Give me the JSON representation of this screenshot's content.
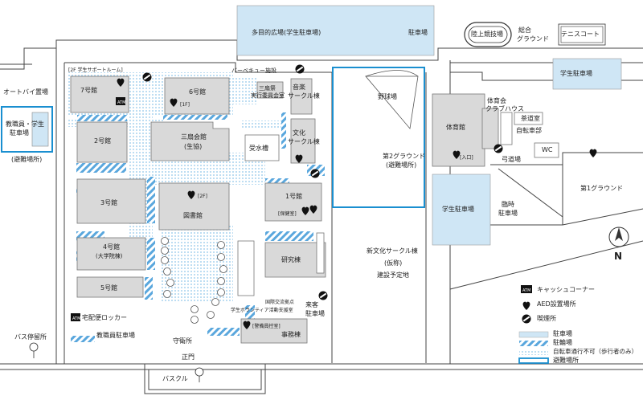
{
  "buildings": {
    "b7": "7号館",
    "b6": "6号館",
    "b2": "2号館",
    "b3": "3号館",
    "b4": "4号館",
    "b4_sub": "(大学院棟)",
    "b5": "5号館",
    "b1": "1号館",
    "mitsuzuka": "三扇会館",
    "mitsuzuka_sub": "(生協)",
    "library": "図書館",
    "kenkyu": "研究棟",
    "jimu": "事務棟",
    "jukoto": "受水槽",
    "gym": "体育館",
    "tea": "茶道室",
    "wc": "WC"
  },
  "labels": {
    "bike_parking": "オートバイ置場",
    "staff_student_parking": [
      "教職員・学生",
      "駐車場"
    ],
    "evac_left": "(避難場所)",
    "support_room": "[2F 学生サポートルーム]",
    "bbq": "バーベキュー施設",
    "festival_room": [
      "三扇祭",
      "実行委員会室"
    ],
    "music": [
      "音楽",
      "サークル棟"
    ],
    "culture": [
      "文化",
      "サークル棟"
    ],
    "plaza": "多目的広場(学生駐車場)",
    "plaza_parking": "駐車場",
    "athletics": "陸上競技場",
    "general_ground": [
      "総合",
      "グラウンド"
    ],
    "tennis": "テニスコート",
    "student_parking_top": "学生駐車場",
    "baseball": "野球場",
    "ground2": [
      "第2グラウンド",
      "(避難場所)"
    ],
    "club_house": [
      "体育会",
      "クラブハウス"
    ],
    "bicycle_shed": "自転車部",
    "archery": "弓道場",
    "ground1": "第1グラウンド",
    "student_parking_mid": "学生駐車場",
    "temp_parking": [
      "臨時",
      "駐車場"
    ],
    "new_circle": [
      "新文化サークル棟",
      "(仮称)",
      "建設予定地"
    ],
    "intl": "国際交流拠点",
    "volunteer": "学生ボランティア活動支援室",
    "guest_parking": [
      "来客",
      "駐車場"
    ],
    "security_room": "[警備員控室]",
    "guard": "守衛所",
    "main_gate": "正門",
    "bus_circle": "バスクル",
    "bus_stop": "バス停留所",
    "delivery_locker": "宅配便ロッカー",
    "staff_parking": "教職員駐車場",
    "floor_1f": "[1F]",
    "floor_2f": "[2F]",
    "entrance": "[入口]",
    "health_room": "[保健室]",
    "atm": "ATM",
    "north": "N"
  },
  "legend": {
    "cash": "キャッシュコーナー",
    "aed": "AED設置場所",
    "smoking": "喫煙所",
    "parking": "駐車場",
    "bicycle": "駐輪場",
    "no_bicycle": "自転車通行不可（歩行者のみ）",
    "evacuation": "避難場所"
  },
  "colors": {
    "building": "#d9d9d9",
    "parking": "#cfe6f5",
    "bicycle_stripe": "#5aa7dd",
    "evacuation_border": "#1a8fd0",
    "no_bicycle_dots": "#8ec5ea",
    "aed_heart": "#111111"
  }
}
